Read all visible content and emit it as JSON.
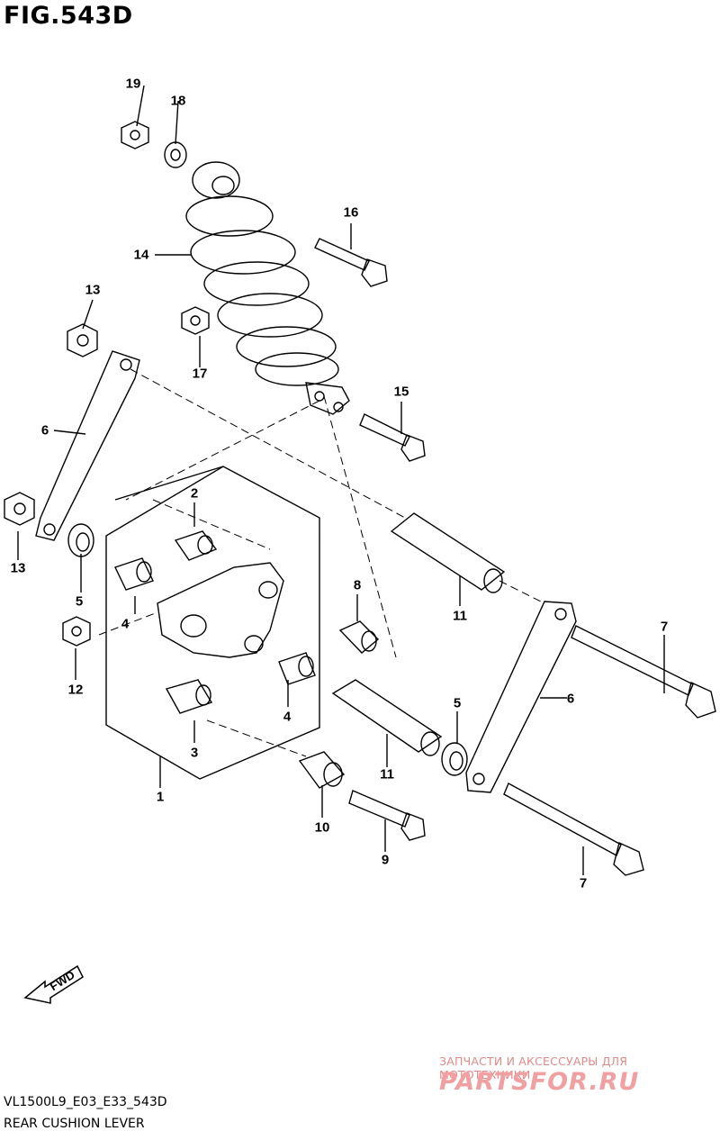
{
  "header": {
    "title": "FIG.543D"
  },
  "callouts": [
    {
      "label": "19"
    },
    {
      "label": "18"
    },
    {
      "label": "16"
    },
    {
      "label": "14"
    },
    {
      "label": "13"
    },
    {
      "label": "17"
    },
    {
      "label": "15"
    },
    {
      "label": "6"
    },
    {
      "label": "2"
    },
    {
      "label": "13"
    },
    {
      "label": "5"
    },
    {
      "label": "4"
    },
    {
      "label": "8"
    },
    {
      "label": "11"
    },
    {
      "label": "7"
    },
    {
      "label": "12"
    },
    {
      "label": "6"
    },
    {
      "label": "4"
    },
    {
      "label": "5"
    },
    {
      "label": "3"
    },
    {
      "label": "11"
    },
    {
      "label": "1"
    },
    {
      "label": "10"
    },
    {
      "label": "9"
    },
    {
      "label": "7"
    }
  ],
  "fwd_label": "FWD",
  "watermark": {
    "top_text": "ЗАПЧАСТИ И АКСЕССУАРЫ ДЛЯ МОТОТЕХНИКИ",
    "logo": "PARTSFOR.RU"
  },
  "footer": {
    "code": "VL1500L9_E03_E33_543D",
    "caption": "REAR CUSHION LEVER"
  }
}
